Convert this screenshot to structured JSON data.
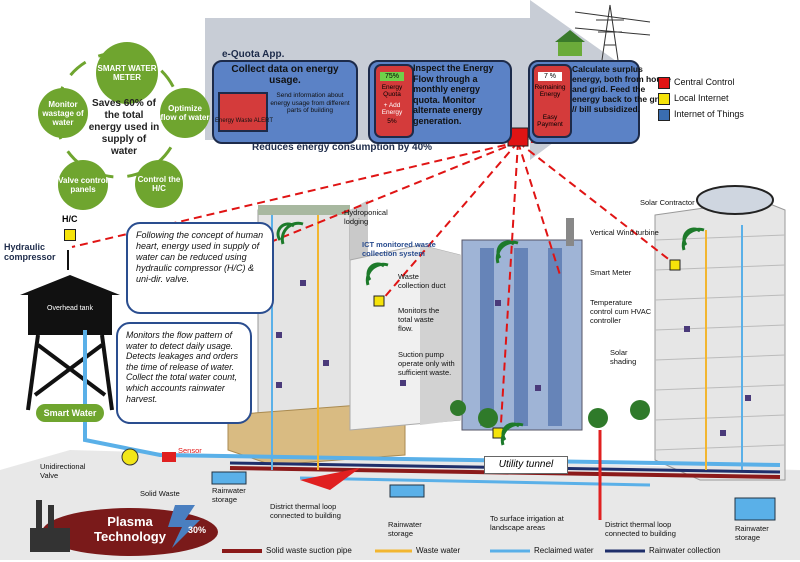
{
  "smart_water": {
    "center": "Saves 60% of the total energy used in supply of water",
    "nodes": [
      "SMART WATER METER",
      "Optimize flow of water",
      "Control the H/C",
      "Valve control panels",
      "Monitor wastage of water"
    ]
  },
  "equota": {
    "title": "e-Quota App.",
    "collect": "Collect data on energy usage.",
    "send": "Send information about energy usage from different parts of building",
    "alert": "Energy Waste ALERT",
    "inspect": "Inspect the Energy Flow through a monthly energy quota. Monitor alternate energy generation.",
    "quota_pct": "75%",
    "quota_label": "Energy Quota",
    "add_energy": "+ Add Energy",
    "add_pct": "5%",
    "calculate": "Calculate surplus energy, both from house and grid. Feed the energy back to the grid // bill subsidized.",
    "remaining_pct": "7 %",
    "remaining_label": "Remaining Energy",
    "easy_payment": "Easy Payment",
    "reduces": "Reduces energy consumption by 40%"
  },
  "legend_top": [
    {
      "label": "Central Control",
      "color": "#e01414"
    },
    {
      "label": "Local Internet",
      "color": "#f5e30a"
    },
    {
      "label": "Internet of Things",
      "color": "#3a6db0"
    }
  ],
  "labels": {
    "hc": "H/C",
    "hydraulic": "Hydraulic compressor",
    "overhead": "Overhead tank",
    "smart_water_badge": "Smart Water",
    "bubble1": "Following the concept of human heart, energy used in supply of water can be reduced using hydraulic compressor (H/C) & uni-dir. valve.",
    "bubble2": "Monitors the flow pattern of water to detect daily usage. Detects leakages and orders the time of release of water. Collect the total water count, which accounts rainwater harvest.",
    "hydroponic": "Hydroponical lodging",
    "ict": "ICT monitored waste collection system",
    "waste_duct": "Waste collection duct",
    "monitors_flow": "Monitors the total waste flow.",
    "suction": "Suction pump operate only with sufficient waste.",
    "wind": "Vertical Wind turbine",
    "smart_meter": "Smart Meter",
    "temperature": "Temperature control cum HVAC controller",
    "solar_contractor": "Solar Contractor",
    "solar_shading": "Solar shading",
    "sensor": "Sensor",
    "unidirectional": "Unidirectional Valve",
    "solid_waste": "Solid Waste",
    "rain1": "Rainwater storage",
    "district1": "District thermal loop connected to building",
    "rain2": "Rainwater storage",
    "surface": "To surface irrigation at landscape areas",
    "district2": "District thermal loop connected to building",
    "rain3": "Rainwater storage",
    "utility": "Utility tunnel",
    "plasma": "Plasma Technology",
    "plasma_pct": "30%"
  },
  "legend_bottom": [
    {
      "label": "Solid waste suction pipe",
      "color": "#8b1a1a"
    },
    {
      "label": "Waste water",
      "color": "#f2b630"
    },
    {
      "label": "Reclaimed water",
      "color": "#5ab0e8"
    },
    {
      "label": "Rainwater collection",
      "color": "#1f2f6b"
    }
  ]
}
